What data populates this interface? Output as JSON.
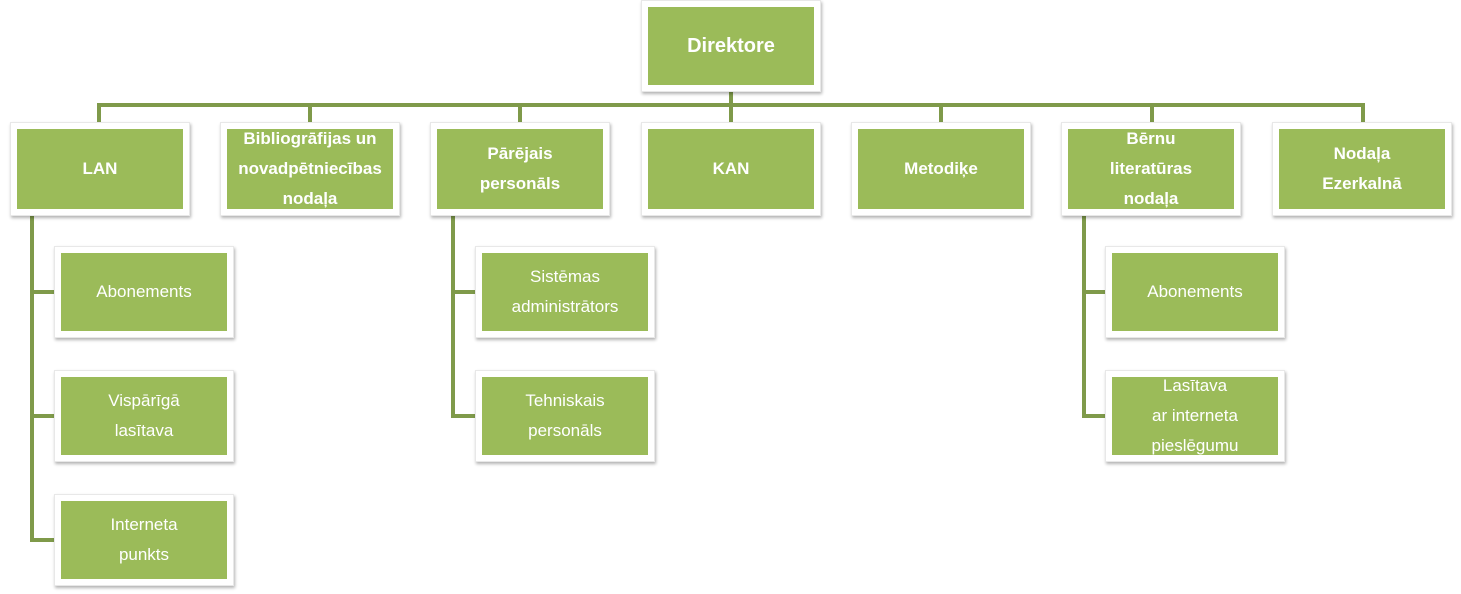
{
  "colors": {
    "fill": "#9bbb59",
    "line": "#7f9a4a",
    "text": "#ffffff"
  },
  "root": {
    "label": "Direktore"
  },
  "departments": [
    {
      "id": "lan",
      "label": "LAN",
      "children": [
        {
          "label": "Abonements"
        },
        {
          "label": "Vispārīgā\nlasītava"
        },
        {
          "label": "Interneta\npunkts"
        }
      ]
    },
    {
      "id": "bib",
      "label": "Bibliogrāfijas un\nnovadpētniecības\nnodaļa",
      "children": []
    },
    {
      "id": "par",
      "label": "Pārējais\npersonāls",
      "children": [
        {
          "label": "Sistēmas\nadministrātors"
        },
        {
          "label": "Tehniskais\npersonāls"
        }
      ]
    },
    {
      "id": "kan",
      "label": "KAN",
      "children": []
    },
    {
      "id": "met",
      "label": "Metodiķe",
      "children": []
    },
    {
      "id": "ber",
      "label": "Bērnu\nliteratūras\nnodaļa",
      "children": [
        {
          "label": "Abonements"
        },
        {
          "label": "Lasītava\nar interneta\npieslēgumu"
        }
      ]
    },
    {
      "id": "nod",
      "label": "Nodaļa\nEzerkalnā",
      "children": []
    }
  ]
}
